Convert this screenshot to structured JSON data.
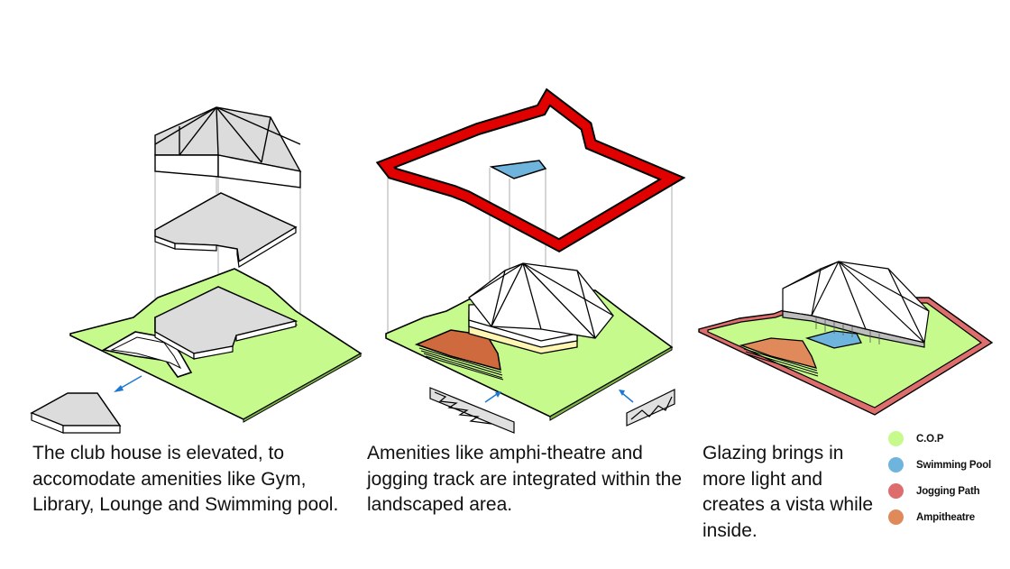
{
  "captions": {
    "panel1": "The club house is elevated, to accomodate amenities like Gym, Library, Lounge and Swimming pool.",
    "panel2": "Amenities like amphi-theatre and jogging track are integrated within the landscaped area.",
    "panel3": "Glazing brings in more light and creates a vista while inside."
  },
  "legend": [
    {
      "label": "C.O.P",
      "color": "#c6fa8c"
    },
    {
      "label": "Swimming Pool",
      "color": "#6eb4dc"
    },
    {
      "label": "Jogging Path",
      "color": "#de6e6e"
    },
    {
      "label": "Ampitheatre",
      "color": "#e08a5c"
    }
  ],
  "colors": {
    "landscape": "#c6fa8c",
    "pool": "#6eb4dc",
    "jogging_track": "#e00000",
    "jogging_path_light": "#de6e6e",
    "amphitheatre": "#cf6a3e",
    "building": "#dcdcdc",
    "arrow": "#1e78d2"
  }
}
